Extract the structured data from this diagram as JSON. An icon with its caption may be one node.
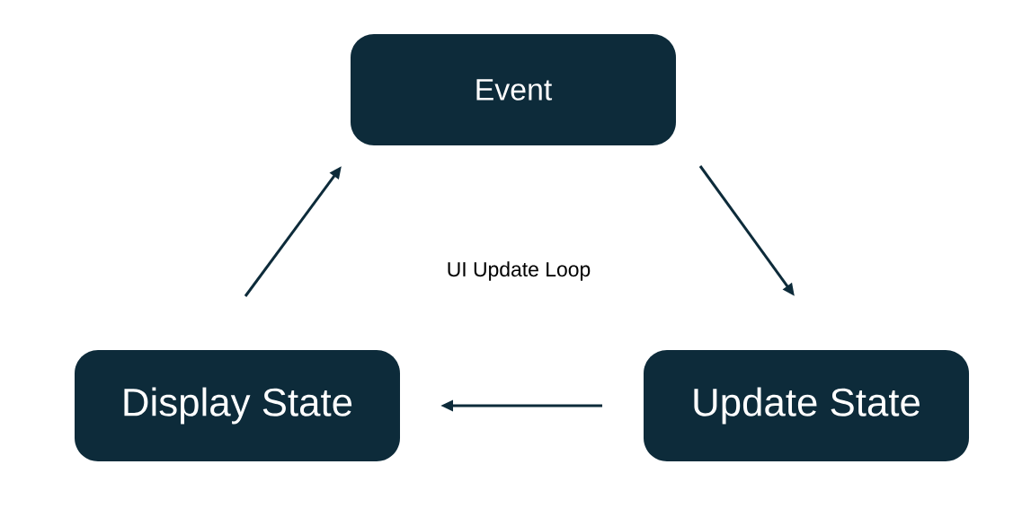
{
  "diagram": {
    "nodes": [
      {
        "text": [
          "Event"
        ]
      },
      {
        "text": [
          "Update State"
        ]
      },
      {
        "text": [
          "Display State"
        ]
      }
    ],
    "edges": [
      {
        "from": 0,
        "to": 1,
        "arrow": "to"
      },
      {
        "from": 1,
        "to": 2,
        "arrow": "to"
      },
      {
        "from": 2,
        "to": 0,
        "arrow": "to"
      }
    ],
    "labels": [
      "UI Update Loop"
    ]
  }
}
